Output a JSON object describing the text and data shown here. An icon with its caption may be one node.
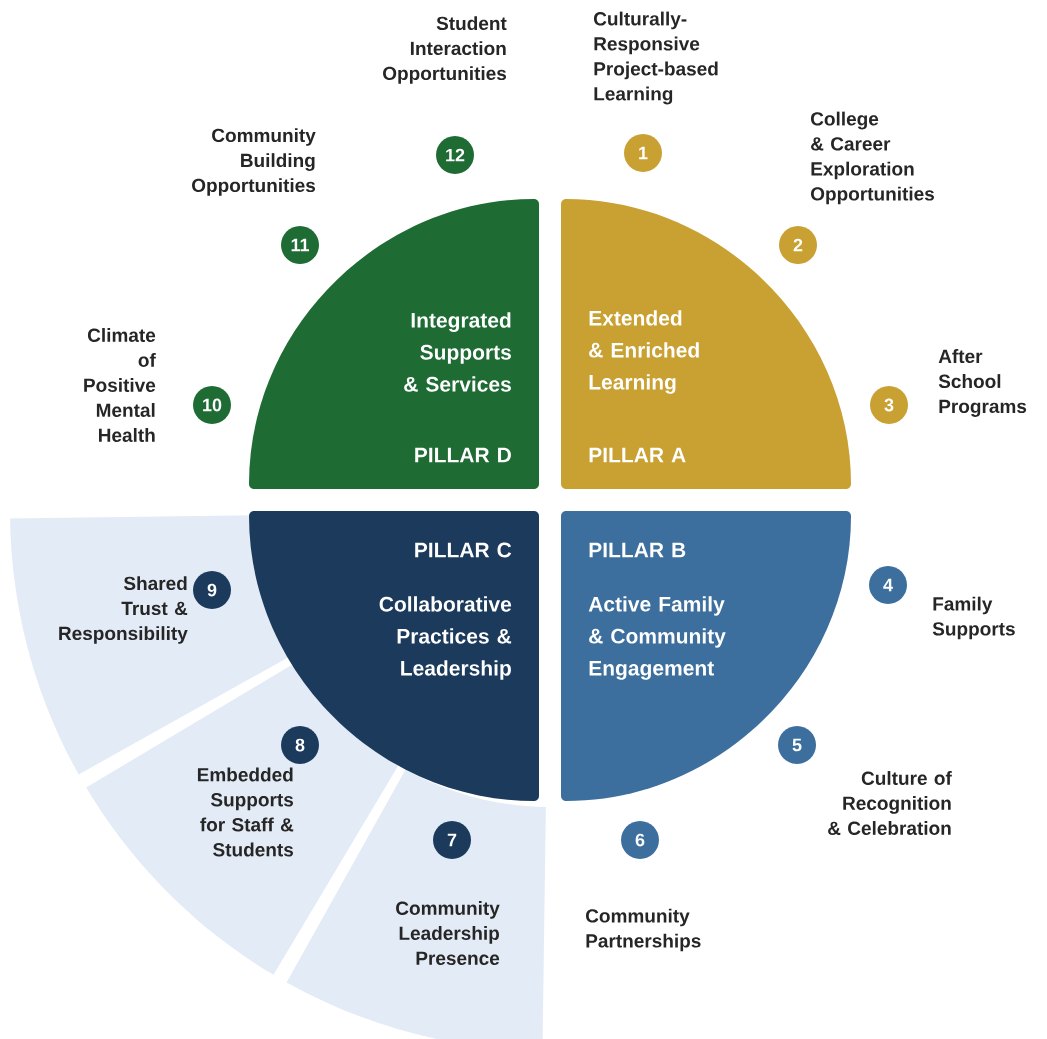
{
  "diagram": {
    "nodes": [
      {
        "text": [
          "Integrated Supports & Services",
          "PILLAR D"
        ]
      },
      {
        "text": [
          "Extended & Enriched Learning",
          "PILLAR A"
        ]
      },
      {
        "text": [
          "PILLAR C",
          "Collaborative Practices & Leadership"
        ]
      },
      {
        "text": [
          "PILLAR B",
          "Active Family & Community Engagement"
        ]
      },
      {
        "text": [
          "1"
        ],
        "beside": [
          "Culturally- Responsive Project-based Learning"
        ]
      },
      {
        "text": [
          "2"
        ]
      },
      {
        "text": [
          "3"
        ],
        "beside": [
          "After School Programs"
        ]
      },
      {
        "text": [
          "4"
        ],
        "beside": [
          "Family Supports"
        ]
      },
      {
        "text": [
          "5"
        ]
      },
      {
        "text": [
          "6"
        ],
        "beside": [
          "Community Partnerships"
        ]
      },
      {
        "text": [
          "7"
        ],
        "beside": [
          "Community Leadership Presence"
        ]
      },
      {
        "text": [
          "8"
        ]
      },
      {
        "text": [
          "9"
        ],
        "beside": [
          "Shared Trust & Responsibility"
        ]
      },
      {
        "text": [
          "10"
        ],
        "beside": [
          "Climate of Positive Mental Health"
        ]
      },
      {
        "text": [
          "11"
        ]
      },
      {
        "text": [
          "12"
        ],
        "beside": [
          "Student Interaction Opportunities"
        ]
      }
    ],
    "labels": [
      "College & Career Exploration Opportunities",
      "Culture of Recognition & Celebration",
      "Embedded Supports for Staff & Students",
      "Community Building Opportunities"
    ]
  }
}
